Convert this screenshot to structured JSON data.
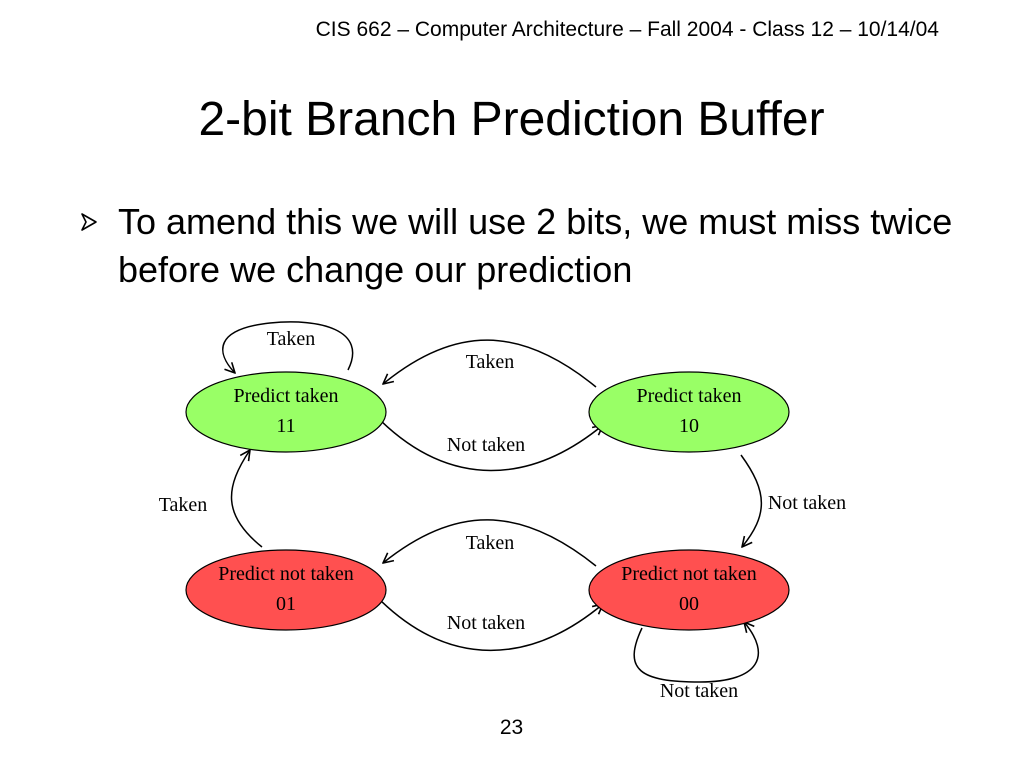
{
  "slide": {
    "header": "CIS 662 – Computer Architecture – Fall 2004 - Class 12 – 10/14/04",
    "title": "2-bit Branch Prediction Buffer",
    "bullet": "To amend this we will use 2 bits, we must miss twice before we change our prediction",
    "page_number": "23"
  },
  "diagram": {
    "colors": {
      "taken_state_fill": "#99ff66",
      "not_taken_state_fill": "#ff5050",
      "stroke": "#000000"
    },
    "states": {
      "s11": {
        "line1": "Predict taken",
        "line2": "11"
      },
      "s10": {
        "line1": "Predict taken",
        "line2": "10"
      },
      "s01": {
        "line1": "Predict not taken",
        "line2": "01"
      },
      "s00": {
        "line1": "Predict not taken",
        "line2": "00"
      }
    },
    "transitions": {
      "s11_self": "Taken",
      "s10_to_s11": "Taken",
      "s11_to_s10": "Not taken",
      "s10_to_s00": "Not taken",
      "s01_to_s11": "Taken",
      "s00_to_s01": "Taken",
      "s01_to_s00": "Not taken",
      "s00_self": "Not taken"
    }
  }
}
